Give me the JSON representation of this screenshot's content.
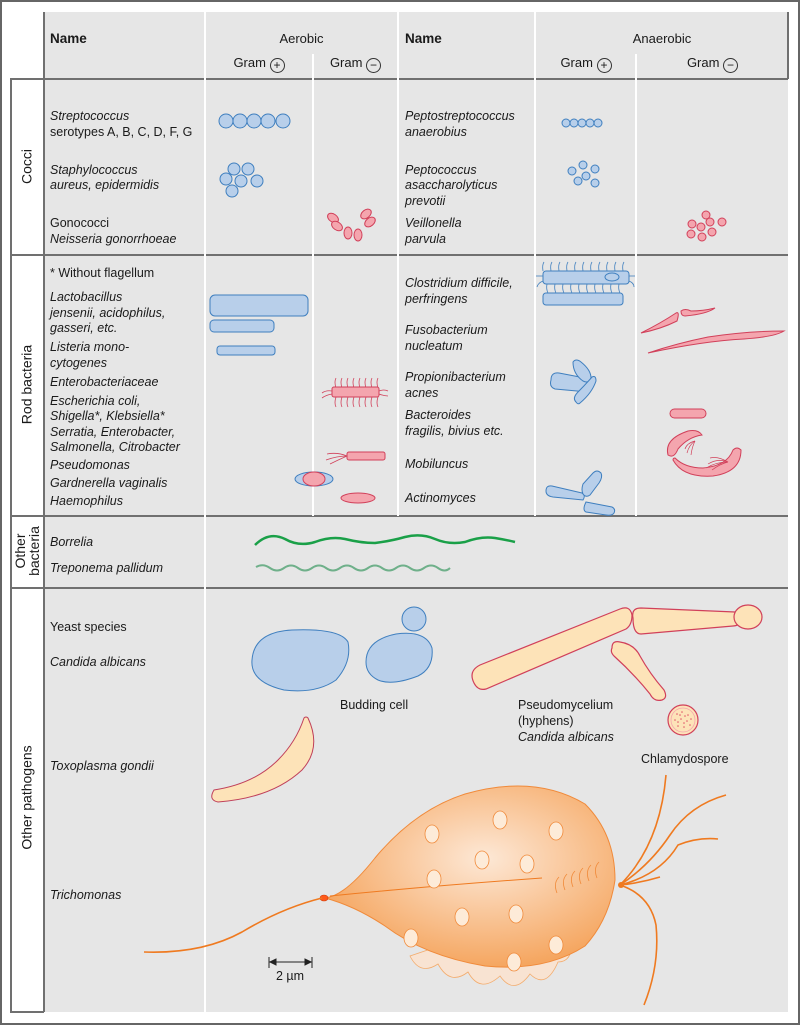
{
  "header": {
    "name_label": "Name",
    "aerobic": "Aerobic",
    "anaerobic": "Anaerobic",
    "gram_positive": "Gram",
    "gram_negative": "Gram"
  },
  "categories": {
    "cocci": "Cocci",
    "rod": "Rod bacteria",
    "other_bacteria_1": "Other",
    "other_bacteria_2": "bacteria",
    "other_pathogens": "Other pathogens"
  },
  "cocci": {
    "aerobic": [
      {
        "line1": "Streptococcus",
        "line2": "serotypes A, B, C, D, F, G"
      },
      {
        "line1": "Staphylococcus",
        "line2": "aureus, epidermidis"
      },
      {
        "line1": "Gonococci",
        "line2": "Neisseria gonorrhoeae"
      }
    ],
    "anaerobic": [
      {
        "line1": "Peptostreptococcus",
        "line2": "anaerobius"
      },
      {
        "line1": "Peptococcus",
        "line2": "asaccharolyticus",
        "line3": "prevotii"
      },
      {
        "line1": "Veillonella",
        "line2": "parvula"
      }
    ]
  },
  "rod": {
    "note": "* Without flagellum",
    "aerobic": [
      "Lactobacillus",
      "jensenii, acidophilus,",
      "gasseri, etc.",
      "Listeria mono-",
      "cytogenes",
      "Enterobacteriaceae",
      "Escherichia coli,",
      "Shigella*, Klebsiella*",
      "Serratia, Enterobacter,",
      "Salmonella, Citrobacter",
      "Pseudomonas",
      "Gardnerella vaginalis",
      "Haemophilus"
    ],
    "anaerobic": [
      {
        "line1": "Clostridium difficile,",
        "line2": "perfringens"
      },
      {
        "line1": "Fusobacterium",
        "line2": "nucleatum"
      },
      {
        "line1": "Propionibacterium",
        "line2": "acnes"
      },
      {
        "line1": "Bacteroides",
        "line2": "fragilis, bivius etc."
      },
      {
        "line1": "Mobiluncus"
      },
      {
        "line1": "Actinomyces"
      }
    ]
  },
  "other_bacteria": [
    "Borrelia",
    "Treponema pallidum"
  ],
  "other_pathogens": {
    "yeast": "Yeast species",
    "candida": "Candida albicans",
    "toxoplasma": "Toxoplasma gondii",
    "trichomonas": "Trichomonas",
    "budding_cell": "Budding cell",
    "pseudomycelium_1": "Pseudomycelium",
    "pseudomycelium_2": "(hyphens)",
    "pseudomycelium_3": "Candida albicans",
    "chlamydospore": "Chlamydospore",
    "scale": "2 µm"
  },
  "colors": {
    "gram_positive": "#b8cfea",
    "gram_positive_stroke": "#3f7fbf",
    "gram_negative": "#f4a5ae",
    "gram_negative_stroke": "#d1405a",
    "borrelia": "#1aa048",
    "treponema": "#6fb08a",
    "fungus_fill": "#fde3b8",
    "protozoa": "#f6a868"
  }
}
